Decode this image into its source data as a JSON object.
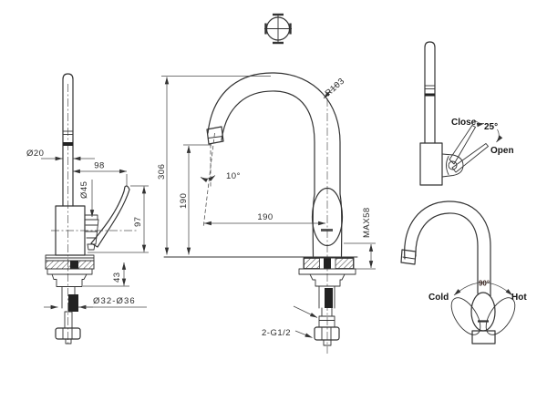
{
  "views": {
    "side": {
      "dia20": "Ø20",
      "reach98": "98",
      "dia45": "Ø45",
      "h97": "97",
      "h43": "43",
      "hole": "Ø32-Ø36"
    },
    "front": {
      "h306": "306",
      "h190": "190",
      "reach190": "190",
      "r103": "R103",
      "angle10": "10°",
      "max58": "MAX58",
      "thread": "2-G1/2"
    },
    "lever": {
      "close": "Close",
      "open": "Open",
      "angle25": "25°"
    },
    "mix": {
      "cold": "Cold",
      "hot": "Hot",
      "angle90": "90°"
    }
  }
}
